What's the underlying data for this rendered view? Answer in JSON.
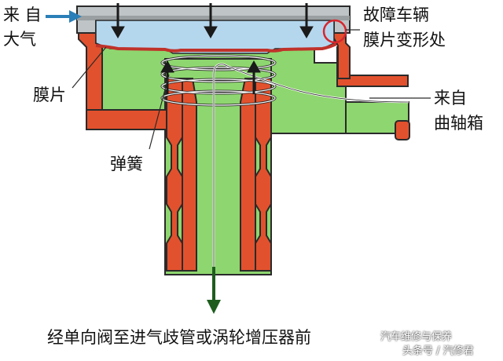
{
  "labels": {
    "from_air_line1": "来 自",
    "from_air_line2": "大气",
    "faulty_line1": "故障车辆",
    "faulty_line2": "膜片变形处",
    "diaphragm": "膜片",
    "from_crankcase_line1": "来自",
    "from_crankcase_line2": "曲轴箱",
    "spring": "弹簧"
  },
  "caption": "经单向阀至进气歧管或涡轮增压器前",
  "watermark": {
    "line1": "汽车维修与保养",
    "line2": "头条号 / 汽修君"
  },
  "colors": {
    "housing_red": "#e2512d",
    "body_green": "#8ed66f",
    "cap_gray": "#bfc4c6",
    "chamber_blue": "#b5d7ee",
    "arrow_black": "#1a1a1a",
    "arrow_blue": "#2b7fb8",
    "outlet_arrow": "#1e5c1e",
    "highlight_circle": "#d8262d"
  },
  "icons": [
    "air-inlet-arrow-icon",
    "pressure-arrow-icon",
    "outlet-arrow-icon",
    "deformation-circle-icon"
  ]
}
